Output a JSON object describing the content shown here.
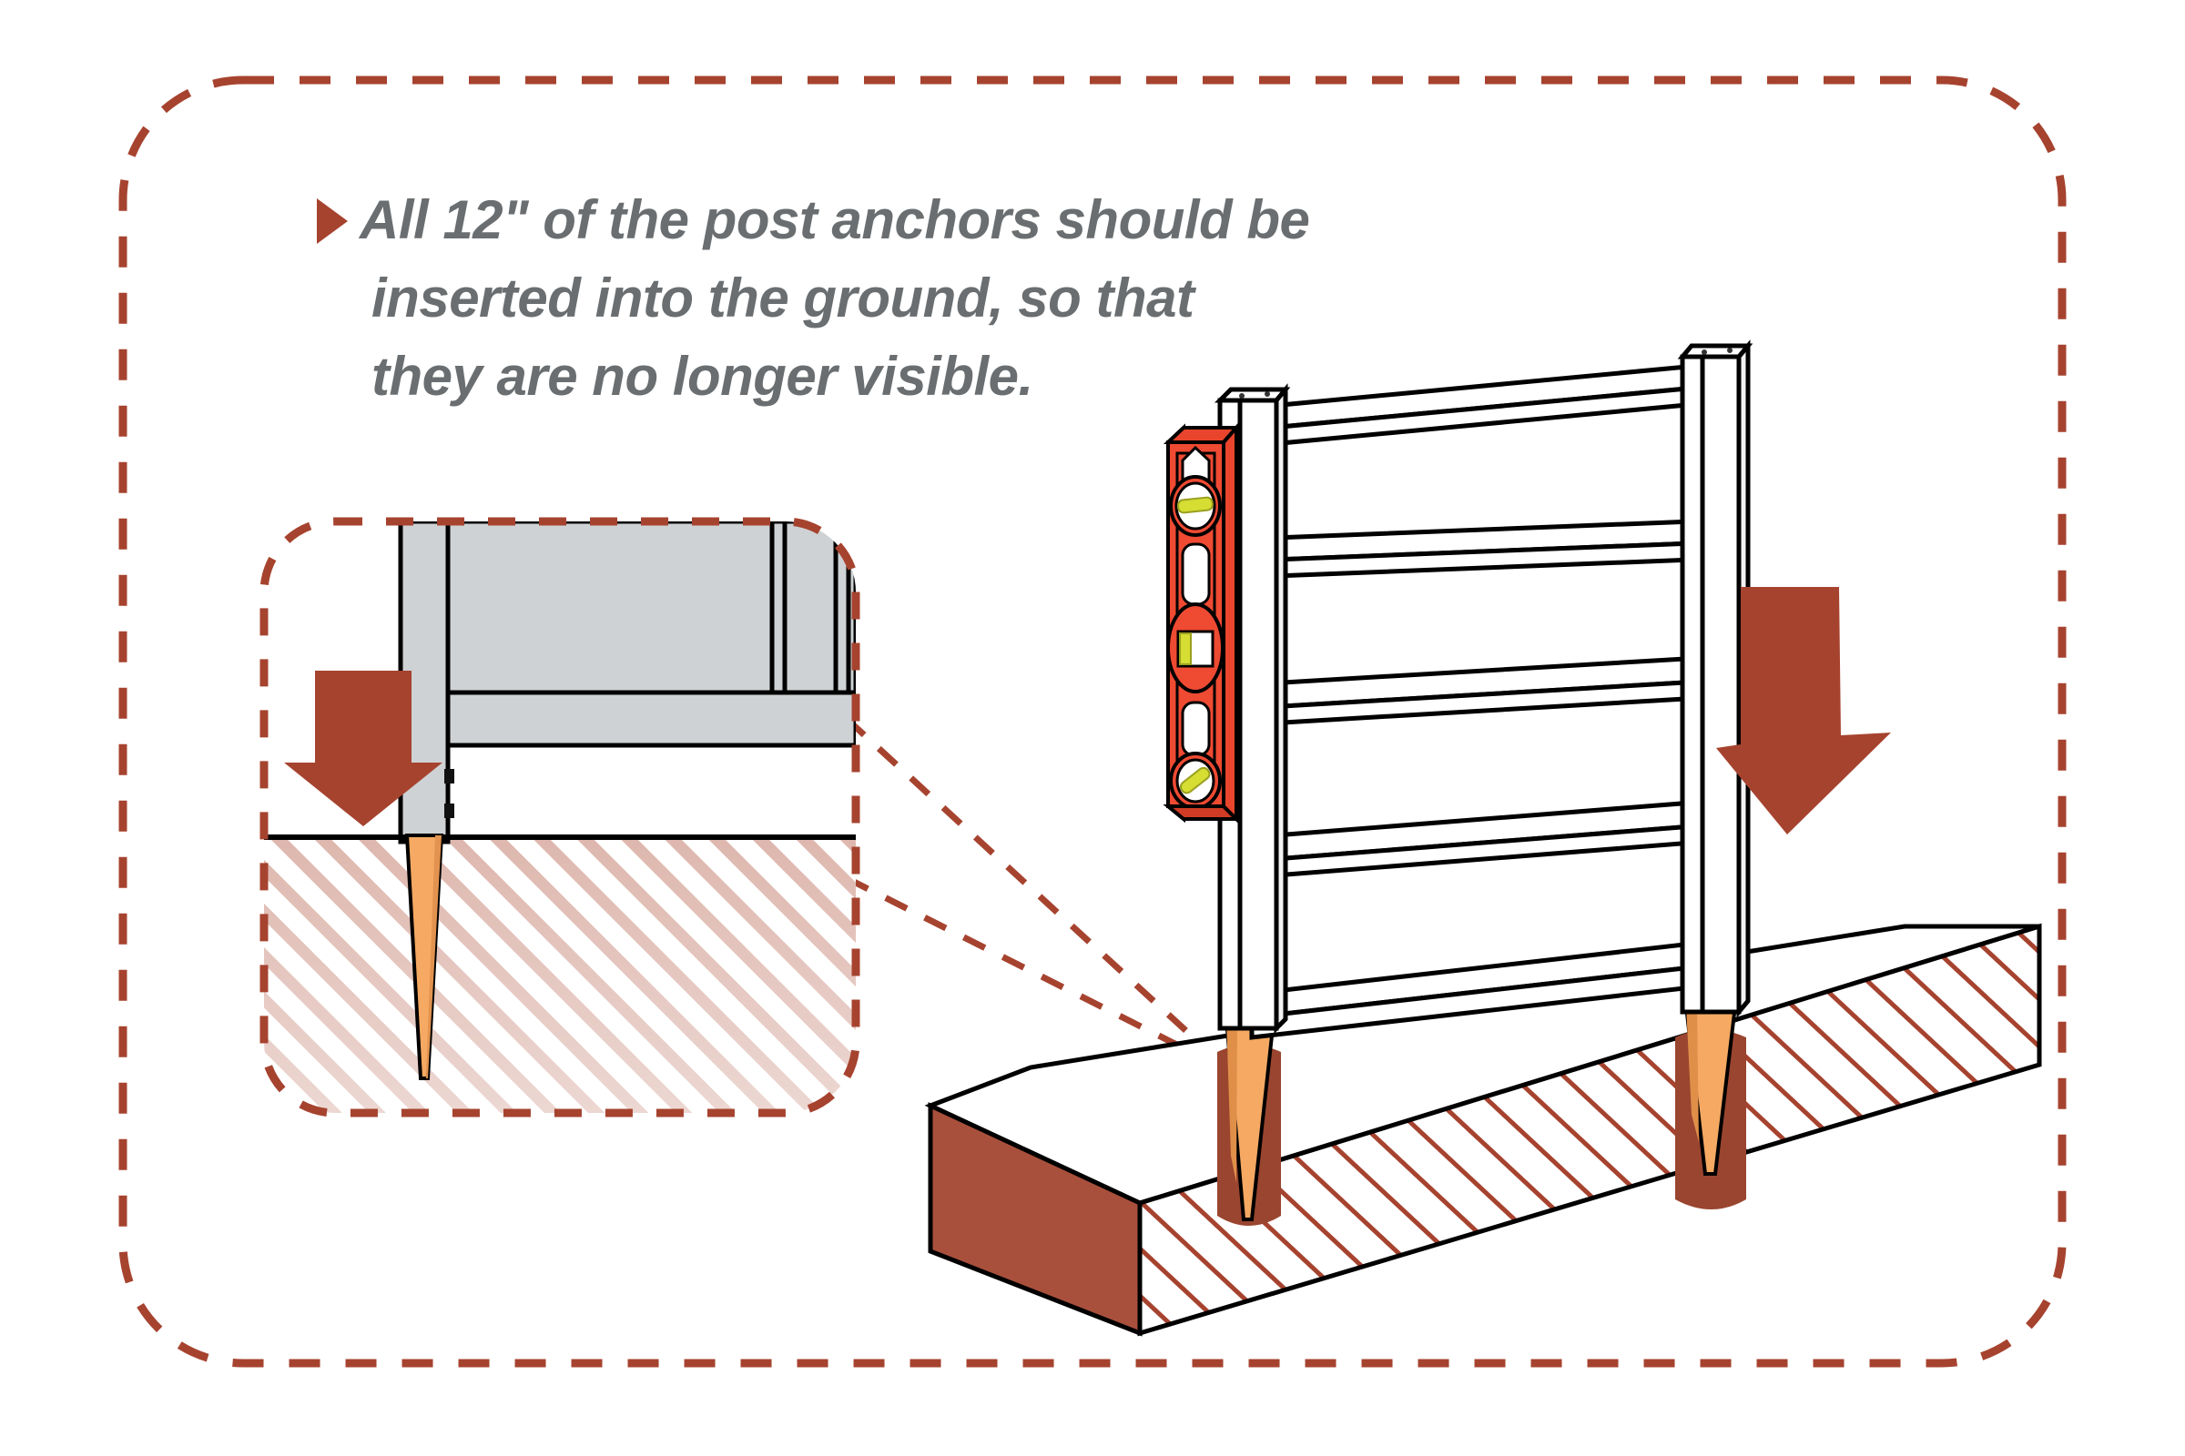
{
  "page": {
    "title": "Post anchor installation instruction",
    "background_color": "#ffffff"
  },
  "colors": {
    "accent_red": "#a6432f",
    "dashed_border": "#a6432f",
    "text_gray": "#6a6e70",
    "post_gray": "#cfd2d4",
    "anchor_orange": "#f5a962",
    "soil_brown": "#a9503c",
    "soil_slot": "#9a452f",
    "level_red": "#ef4a32",
    "level_body_dark": "#cf3b24",
    "bubble_yellow": "#d6dd33",
    "outline_black": "#000000"
  },
  "callout": {
    "bullet_icon": "triangle-right-icon",
    "lines": [
      "All 12\" of the post anchors should be",
      "inserted into the ground, so that",
      "they are no longer visible."
    ],
    "measurement": "12\"",
    "full_text": "All 12\" of the post anchors should be inserted into the ground, so that they are no longer visible."
  },
  "detail_inset": {
    "name": "cross-section-detail",
    "border_style": "dashed-rounded-rectangle",
    "arrow": {
      "direction": "down",
      "label": "press-down-arrow"
    },
    "ground_fill": "hatched-fade",
    "components": [
      "fence-post-gray",
      "bottom-rail-gray",
      "anchor-spike-orange",
      "ground-line",
      "ground-hatching"
    ]
  },
  "main_scene": {
    "name": "fence-panel-scene",
    "fence": {
      "post_count": 2,
      "rail_count": 5,
      "posts": [
        "left-post",
        "right-post"
      ],
      "rail_labels": [
        "rail-1",
        "rail-2",
        "rail-3",
        "rail-4",
        "rail-5"
      ]
    },
    "level_tool": {
      "name": "spirit-level",
      "body_color": "#ef4a32",
      "vials": [
        "top-round-vial",
        "center-rect-vial",
        "bottom-round-vial"
      ],
      "bubble_color": "#d6dd33"
    },
    "soil_block": {
      "name": "ground-block",
      "top_face": "white",
      "front_face": "hatched",
      "end_face": "solid-brown"
    },
    "anchors": [
      {
        "name": "left-anchor-spike",
        "inserted": true
      },
      {
        "name": "right-anchor-spike",
        "inserted": true
      }
    ],
    "press_arrow": {
      "direction": "down",
      "name": "press-down-arrow-main"
    },
    "leader_lines": {
      "count": 2,
      "style": "dashed",
      "name": "detail-leader-lines"
    }
  }
}
